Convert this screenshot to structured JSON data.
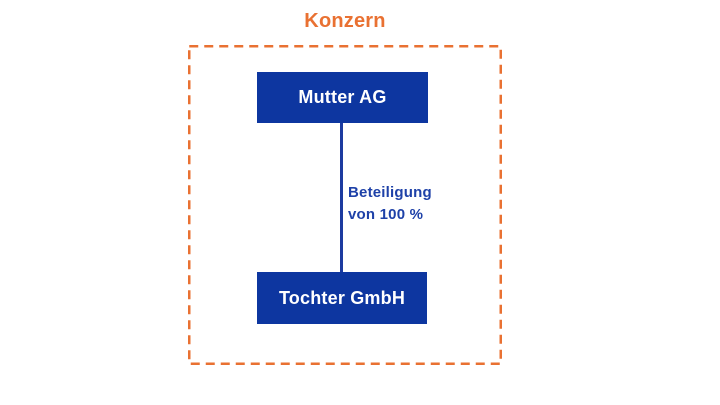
{
  "diagram": {
    "title": "Konzern",
    "nodes": [
      {
        "label": "Mutter AG"
      },
      {
        "label": "Tochter GmbH"
      }
    ],
    "edge": {
      "label_lines": [
        "Beteiligung",
        "von 100 %"
      ]
    },
    "colors": {
      "accent_orange": "#E97132",
      "node_blue": "#0D36A0",
      "connector_blue": "#1C3BA0",
      "edge_label_blue": "#1E41A8",
      "node_text": "#FFFFFF",
      "background": "#FFFFFF"
    }
  }
}
